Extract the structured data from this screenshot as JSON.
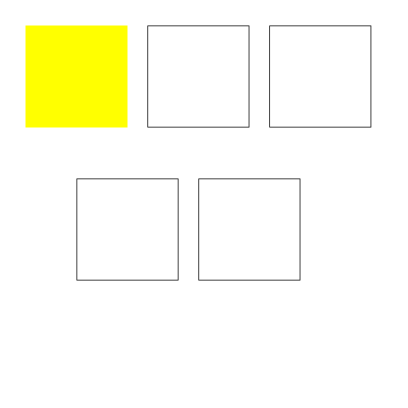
{
  "colors": {
    "background": "#ffffff",
    "tile_border": "#000000",
    "tile_empty": "#ffffff",
    "tile_highlight": "#ffff00"
  },
  "tiles": [
    {
      "id": "tile-1",
      "state": "filled",
      "color": "#ffff00"
    },
    {
      "id": "tile-2",
      "state": "empty",
      "color": "#ffffff"
    },
    {
      "id": "tile-3",
      "state": "empty",
      "color": "#ffffff"
    },
    {
      "id": "tile-4",
      "state": "empty",
      "color": "#ffffff"
    },
    {
      "id": "tile-5",
      "state": "empty",
      "color": "#ffffff"
    }
  ]
}
